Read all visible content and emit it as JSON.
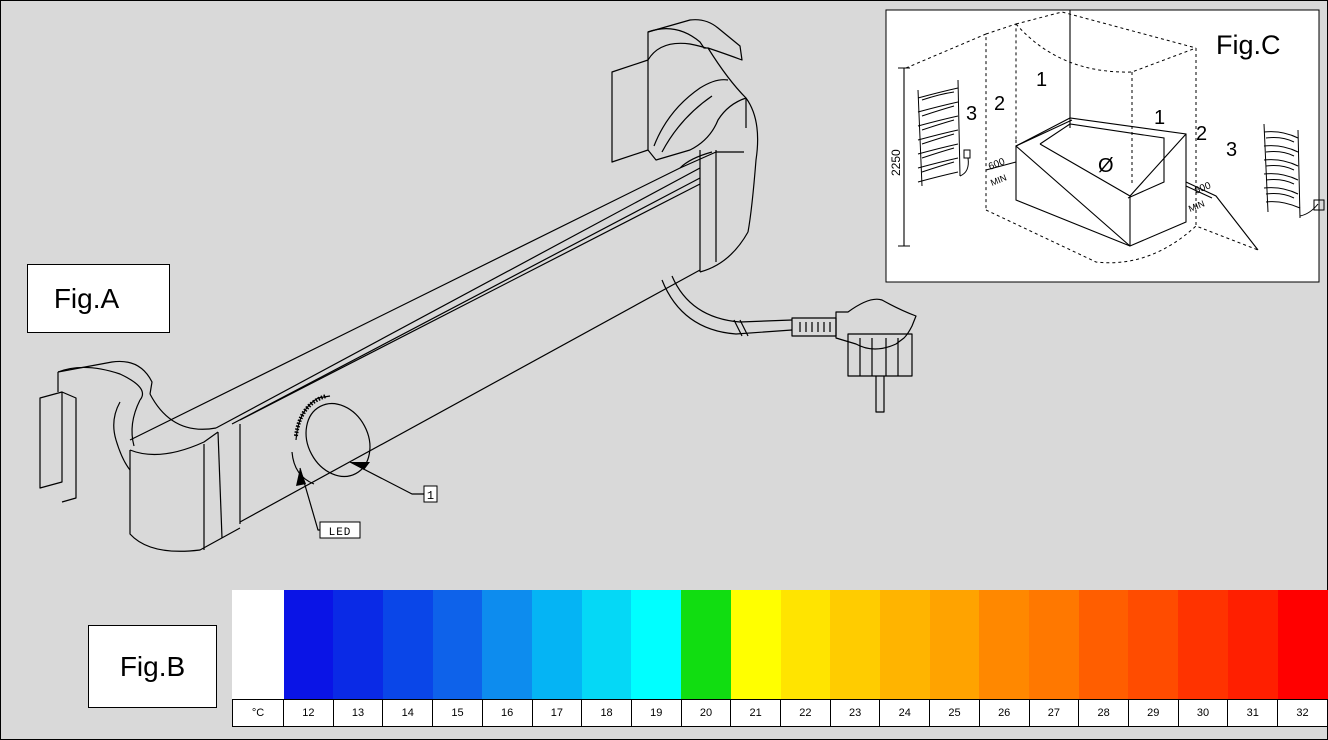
{
  "figures": {
    "fig_a": "Fig.A",
    "fig_b": "Fig.B",
    "fig_c": "Fig.C"
  },
  "callouts": {
    "knob": "1",
    "led": "LED"
  },
  "fig_c_labels": {
    "height": "2250",
    "zone_0": "Ø",
    "zone_1a": "1",
    "zone_1b": "1",
    "zone_2a": "2",
    "zone_2b": "2",
    "zone_3a": "3",
    "zone_3b": "3",
    "dist_left": "600",
    "dist_right": "600",
    "min_left": "MIN",
    "min_right": "MIN"
  },
  "temperature_scale": {
    "unit_label": "°C",
    "entries": [
      {
        "temp": "12",
        "color": "#0a14e6"
      },
      {
        "temp": "13",
        "color": "#0a2ae6"
      },
      {
        "temp": "14",
        "color": "#0a46e8"
      },
      {
        "temp": "15",
        "color": "#0e62ea"
      },
      {
        "temp": "16",
        "color": "#0d8cee"
      },
      {
        "temp": "17",
        "color": "#05b4f4"
      },
      {
        "temp": "18",
        "color": "#05d8f6"
      },
      {
        "temp": "19",
        "color": "#00ffff"
      },
      {
        "temp": "20",
        "color": "#11dd11"
      },
      {
        "temp": "21",
        "color": "#ffff00"
      },
      {
        "temp": "22",
        "color": "#ffe400"
      },
      {
        "temp": "23",
        "color": "#ffcc00"
      },
      {
        "temp": "24",
        "color": "#ffb400"
      },
      {
        "temp": "25",
        "color": "#ffa300"
      },
      {
        "temp": "26",
        "color": "#ff8800"
      },
      {
        "temp": "27",
        "color": "#ff7800"
      },
      {
        "temp": "28",
        "color": "#ff5e00"
      },
      {
        "temp": "29",
        "color": "#ff4c00"
      },
      {
        "temp": "30",
        "color": "#ff3300"
      },
      {
        "temp": "31",
        "color": "#ff1f00"
      },
      {
        "temp": "32",
        "color": "#ff0000"
      }
    ]
  }
}
